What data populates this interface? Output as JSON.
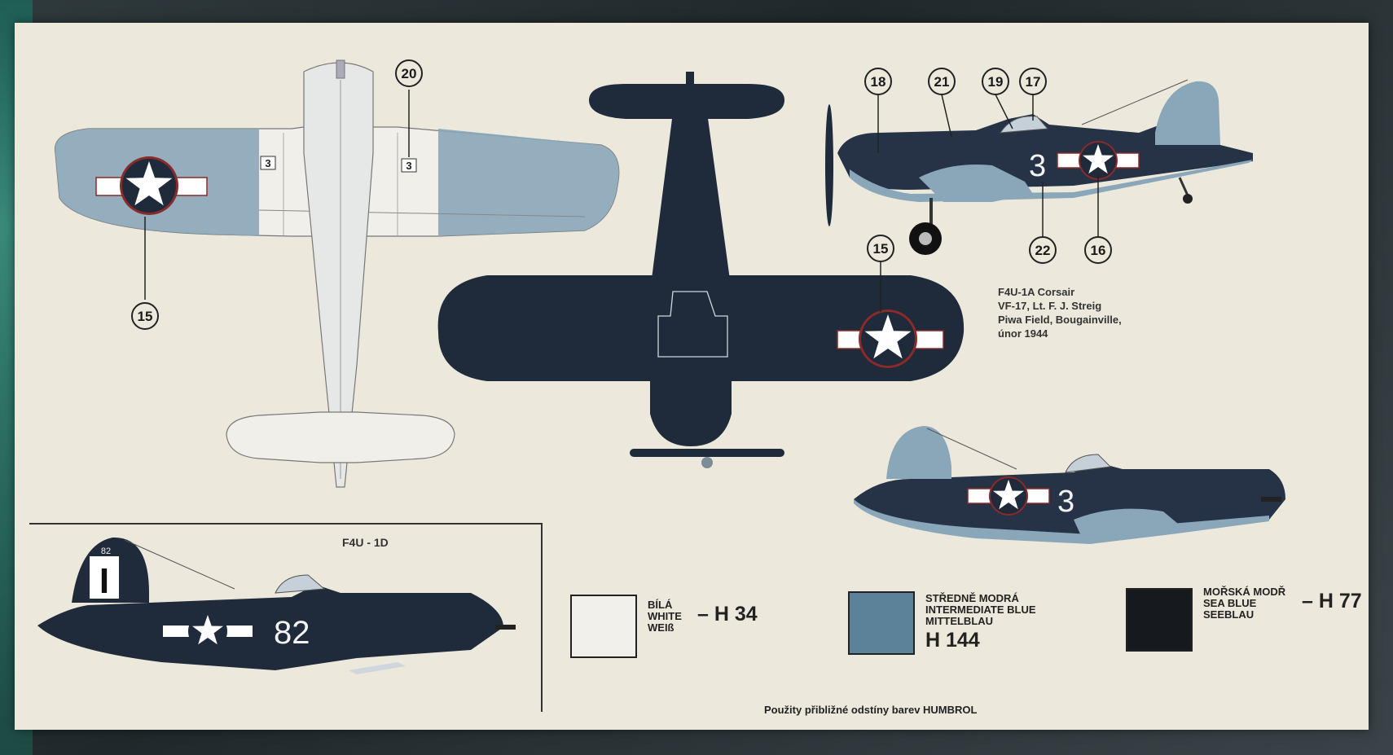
{
  "callouts": {
    "top_plan_15": "15",
    "top_plan_20": "20",
    "bottom_plan_15": "15",
    "side_18": "18",
    "side_21": "21",
    "side_19": "19",
    "side_17": "17",
    "side_22": "22",
    "side_16": "16"
  },
  "aircraft_markings": {
    "side_number_1a": "3",
    "lower_side_number_1a": "3",
    "wing_number_left": "3",
    "wing_number_right": "3",
    "side_number_1d": "82",
    "tail_letter_1d": "I",
    "tail_small_1d": "82"
  },
  "caption_1a": {
    "line1": "F4U-1A Corsair",
    "line2": "VF-17, Lt. F. J. Streig",
    "line3": "Piwa Field, Bougainville,",
    "line4": "únor 1944"
  },
  "title_1d": "F4U - 1D",
  "paints": [
    {
      "names": [
        "BÍLÁ",
        "WHITE",
        "WEIß"
      ],
      "code": "– H 34",
      "color": "#f2f0ea"
    },
    {
      "names": [
        "STŘEDNĚ MODRÁ",
        "INTERMEDIATE  BLUE",
        "MITTELBLAU"
      ],
      "code": "H 144",
      "color": "#5b8299"
    },
    {
      "names": [
        "MOŘSKÁ MODŘ",
        "SEA  BLUE",
        "SEEBLAU"
      ],
      "code": "– H 77",
      "color": "#161a1f"
    }
  ],
  "footnote": "Použity přibližné odstíny barev HUMBROL",
  "colors": {
    "sheet": "#ece9dc",
    "sea_blue": "#1f2a3a",
    "intermediate_blue": "#7d9db3",
    "insignia_red": "#8a2a2a"
  }
}
